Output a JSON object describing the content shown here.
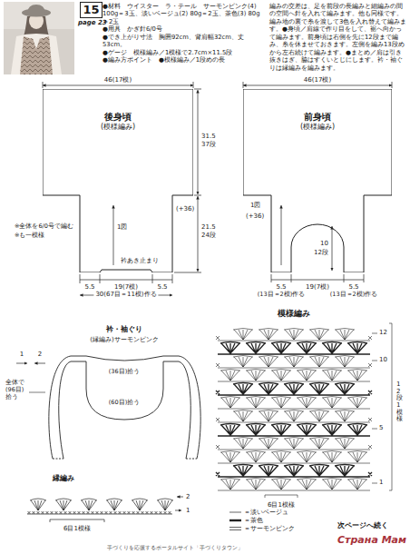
{
  "diagram": {
    "nodes": [
      {
        "text": [
          "15"
        ]
      },
      {
        "text": [
          "後身頃",
          "(模様編み)"
        ]
      },
      {
        "text": [
          "前身頃",
          "(模様編み)"
        ]
      }
    ],
    "labels": [
      "page 23",
      "●材料　ウイスター　ラ・テール　サーモンピンク(4) 100g＝3玉、淡いベージュ(2) 80g＝2玉、茶色(3) 80g＝2玉",
      "●用具　かぎ針6/0号",
      "●でき上がり寸法　胸囲92cm、背肩幅32cm、丈53cm。",
      "●ゲージ　模様編み／1模様で2.7cm×11.5段",
      "●編み方ポイント　●模様編み／1段めの長",
      "編みの交差は、足を前段の長編みと細編みの間の空間へ針を入れて編みます。他も同様です。編み地の裏で糸を渡して3色を入れ替えて編みます。●身頃／肩線で作り目をして、裾へ向かって編みます。前身頃は右側を先に12段まで編み、糸を休ませておきます。左側を編み13段めから左右続けて編みます。●まとめ／肩は引き抜きはぎ、脇はすくいとじにします。衿・袖ぐりは縁編みを編みます。",
      "46(17模)",
      "31.5",
      "37段",
      "21.5",
      "24段",
      "1図",
      "(+36)",
      "※全体を6/0号で編む",
      "※も一模様",
      "衿あき止まり",
      "5.5",
      "19(7模)",
      "5.5",
      "30(67目＝11模)作る",
      "46(17模)",
      "1図",
      "(+36)",
      "10",
      "12段",
      "5.5",
      "(13目＝2模)作る",
      "19(7模)",
      "5.5",
      "(13目＝2模)作る",
      "衿・袖ぐり",
      "(縁編み)サーモンピンク",
      "(36目)拾う",
      "全体で(96目)拾う",
      "(60目)拾う",
      "1",
      "2",
      "縁編み",
      "2",
      "1",
      "6目1模様",
      "模様編み",
      "12",
      "10",
      "5",
      "1",
      "12段1模様",
      "6目1模様",
      "次ページへ続く",
      "手づくりを応援するポータルサイト「手づくりタウン」",
      "Страна Мам"
    ],
    "legend": [
      {
        "text": "＝淡いベージュ"
      },
      {
        "text": "＝茶色"
      },
      {
        "text": "＝サーモンピンク"
      }
    ]
  }
}
